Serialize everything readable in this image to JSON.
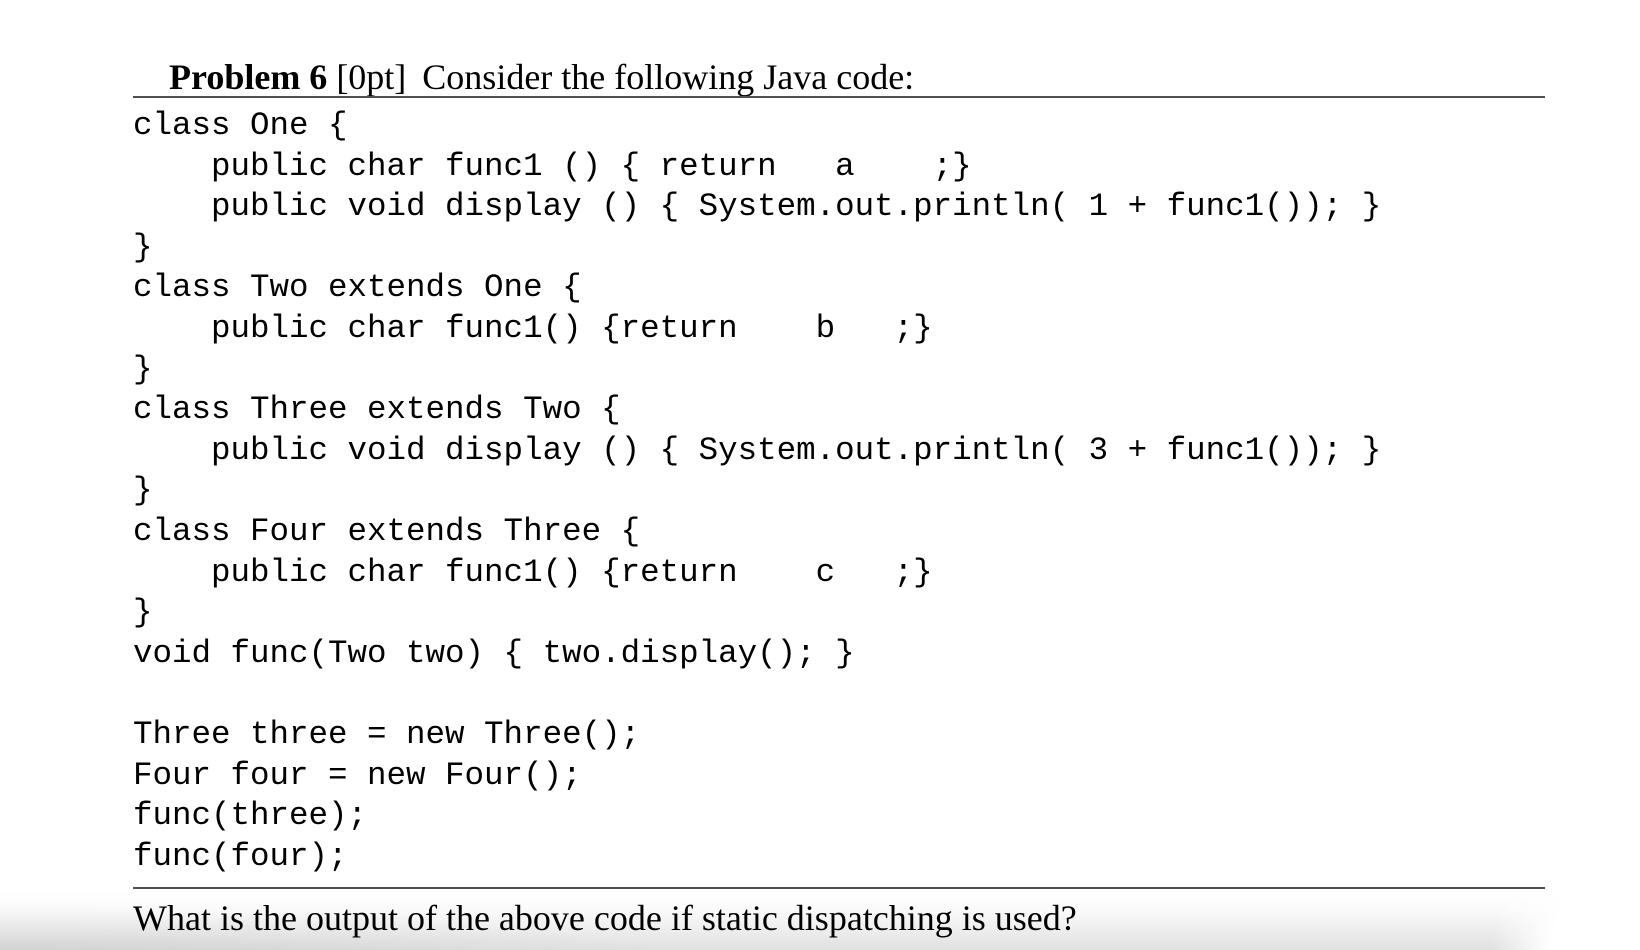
{
  "page": {
    "problem": {
      "label": "Problem 6",
      "points": "[0pt]",
      "prompt": "Consider the following Java code:"
    },
    "code_lines": [
      "class One {",
      "    public char func1 () { return   a    ;}",
      "    public void display () { System.out.println( 1 + func1()); }",
      "}",
      "class Two extends One {",
      "    public char func1() {return    b   ;}",
      "}",
      "class Three extends Two {",
      "    public void display () { System.out.println( 3 + func1()); }",
      "}",
      "class Four extends Three {",
      "    public char func1() {return    c   ;}",
      "}",
      "void func(Two two) { two.display(); }",
      "",
      "Three three = new Three();",
      "Four four = new Four();",
      "func(three);",
      "func(four);"
    ],
    "question": "What is the output of the above code if static dispatching is used?",
    "colors": {
      "text": "#000000",
      "rule": "#4f4f4f",
      "background": "#ffffff",
      "bottom_shade": "#dfdfdf"
    }
  }
}
